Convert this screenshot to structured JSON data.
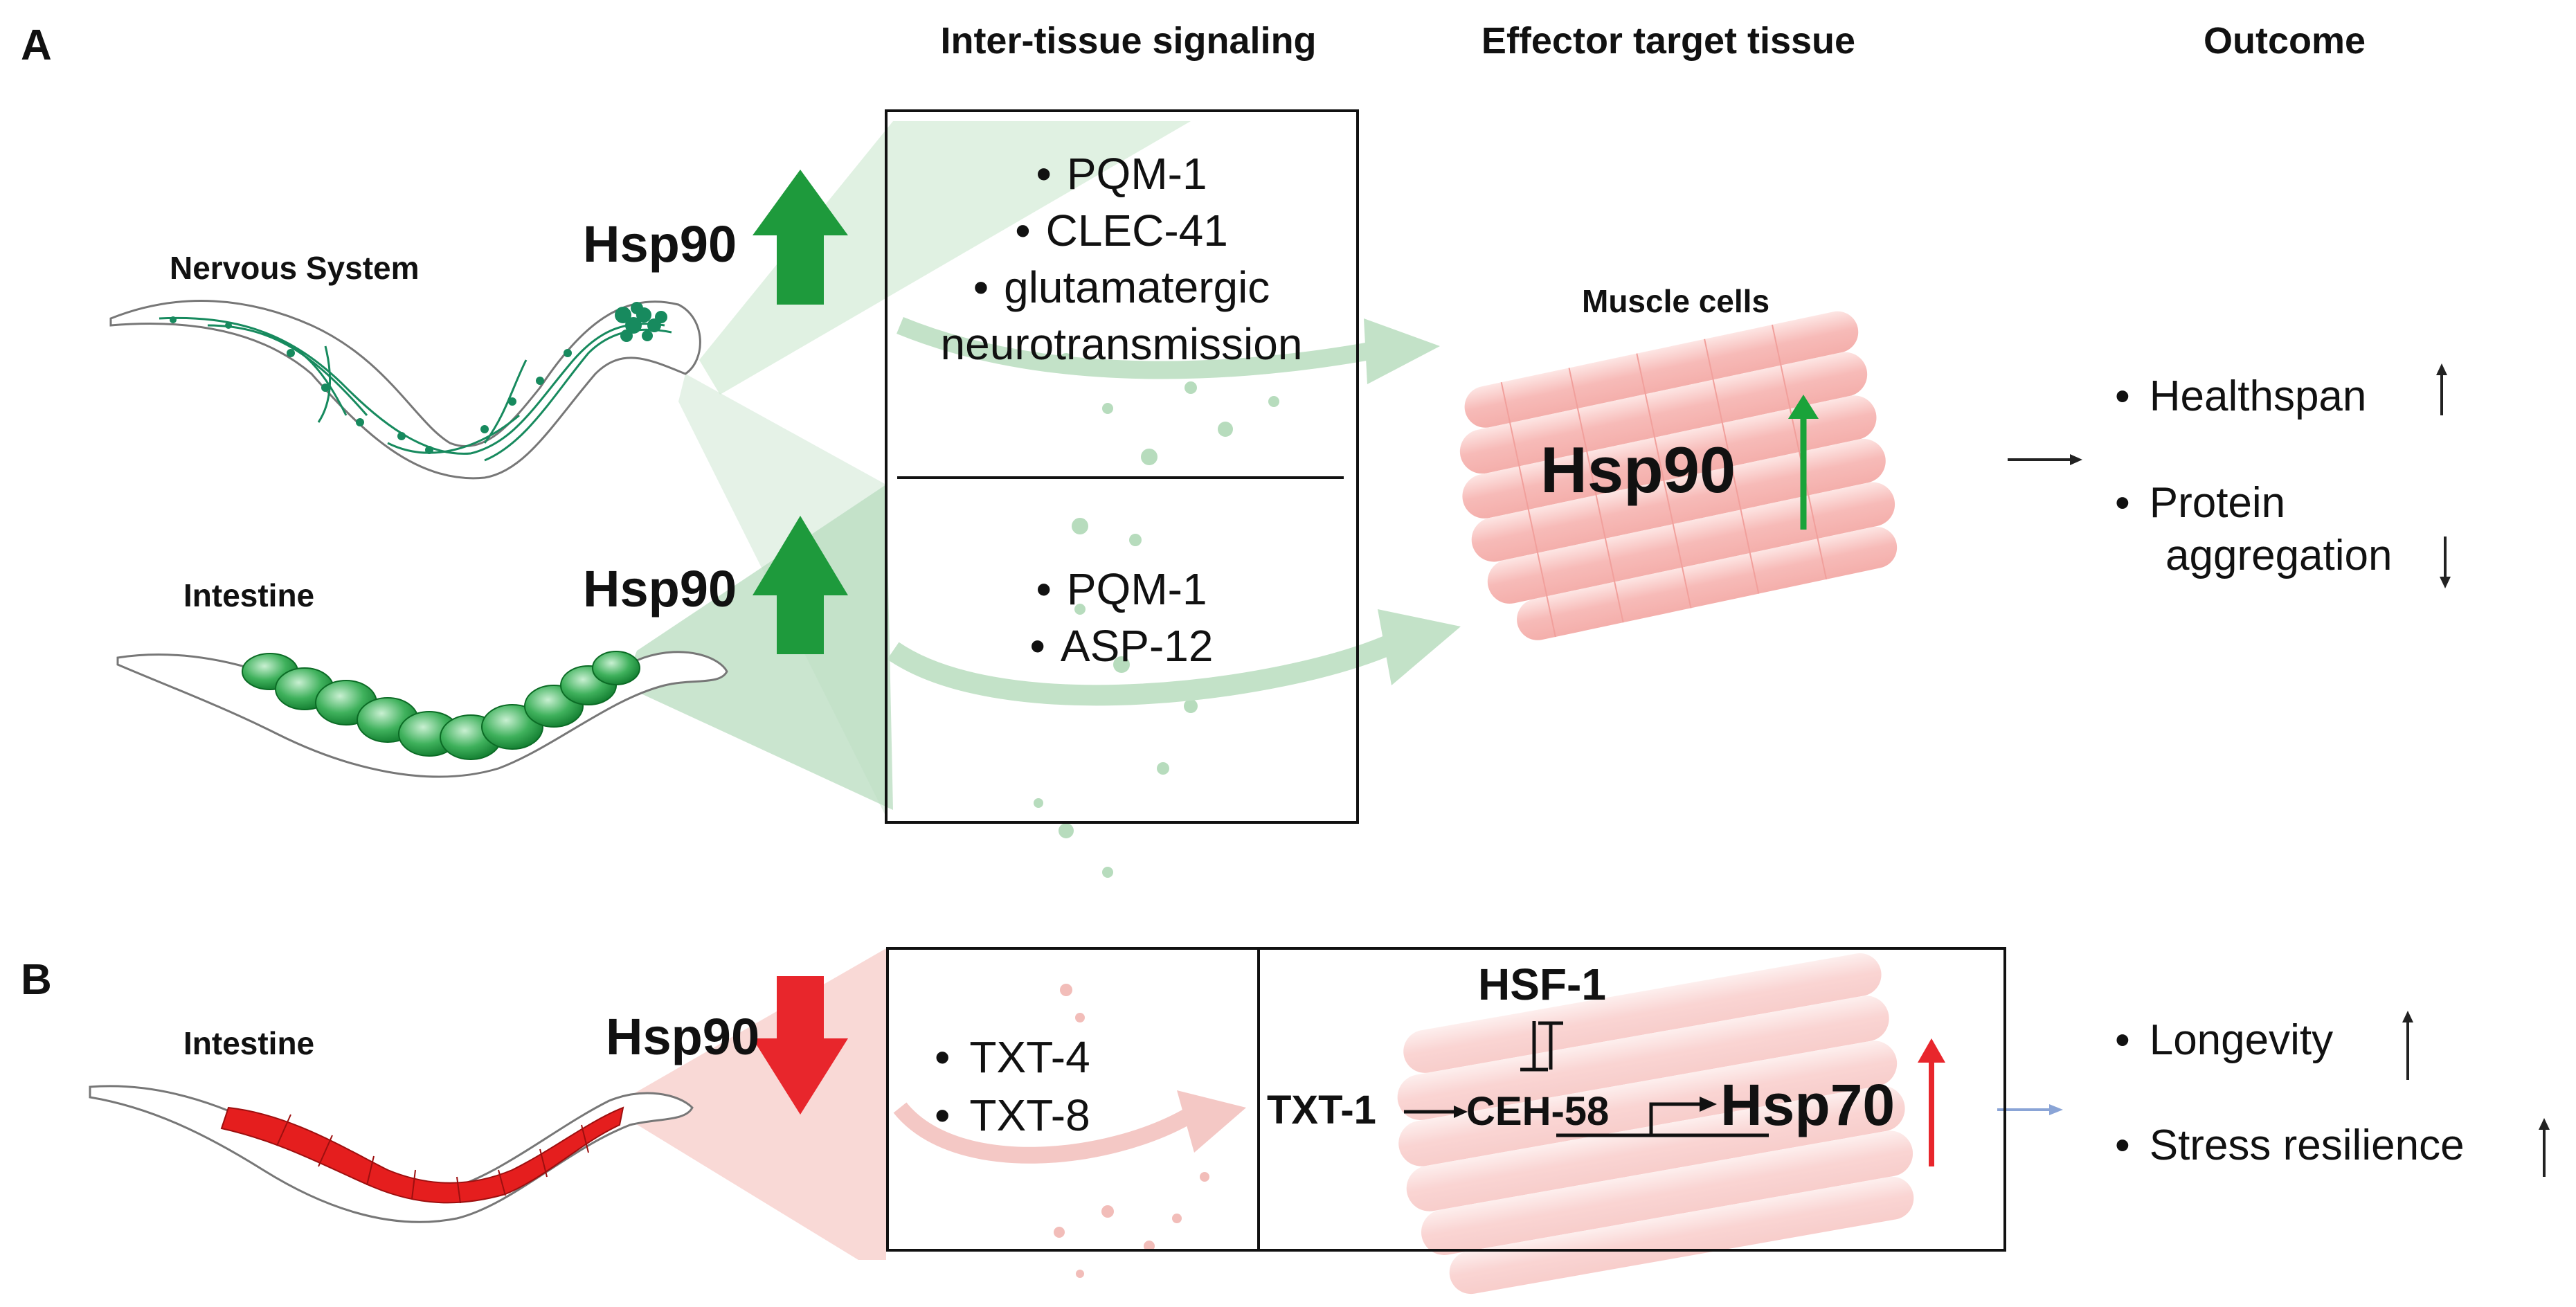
{
  "panel_a": {
    "letter": "A",
    "headers": {
      "signaling": "Inter-tissue signaling",
      "target": "Effector target tissue",
      "outcome": "Outcome"
    },
    "nervous_label": "Nervous System",
    "intestine_label": "Intestine",
    "hsp_nervous": "Hsp90",
    "hsp_intestine": "Hsp90",
    "signals_nervous": [
      "PQM-1",
      "CLEC-41",
      "glutamatergic",
      "neurotransmission"
    ],
    "signals_intestine": [
      "PQM-1",
      "ASP-12"
    ],
    "muscle_label": "Muscle cells",
    "muscle_hsp": "Hsp90",
    "outcomes": [
      "Healthspan",
      "Protein",
      "aggregation"
    ],
    "colors": {
      "green": "#1a9a3a",
      "green_light": "#cfe9d4",
      "muscle": "#f6b8b5"
    }
  },
  "panel_b": {
    "letter": "B",
    "intestine_label": "Intestine",
    "hsp_intestine": "Hsp90",
    "signals": [
      "TXT-4",
      "TXT-8"
    ],
    "hsf": "HSF-1",
    "txt1": "TXT-1",
    "ceh58": "CEH-58",
    "hsp70": "Hsp70",
    "outcomes": [
      "Longevity",
      "Stress resilience"
    ],
    "colors": {
      "red": "#e8262c",
      "red_light": "#f8d1cf",
      "blue_arrow": "#8aa4d6"
    }
  }
}
